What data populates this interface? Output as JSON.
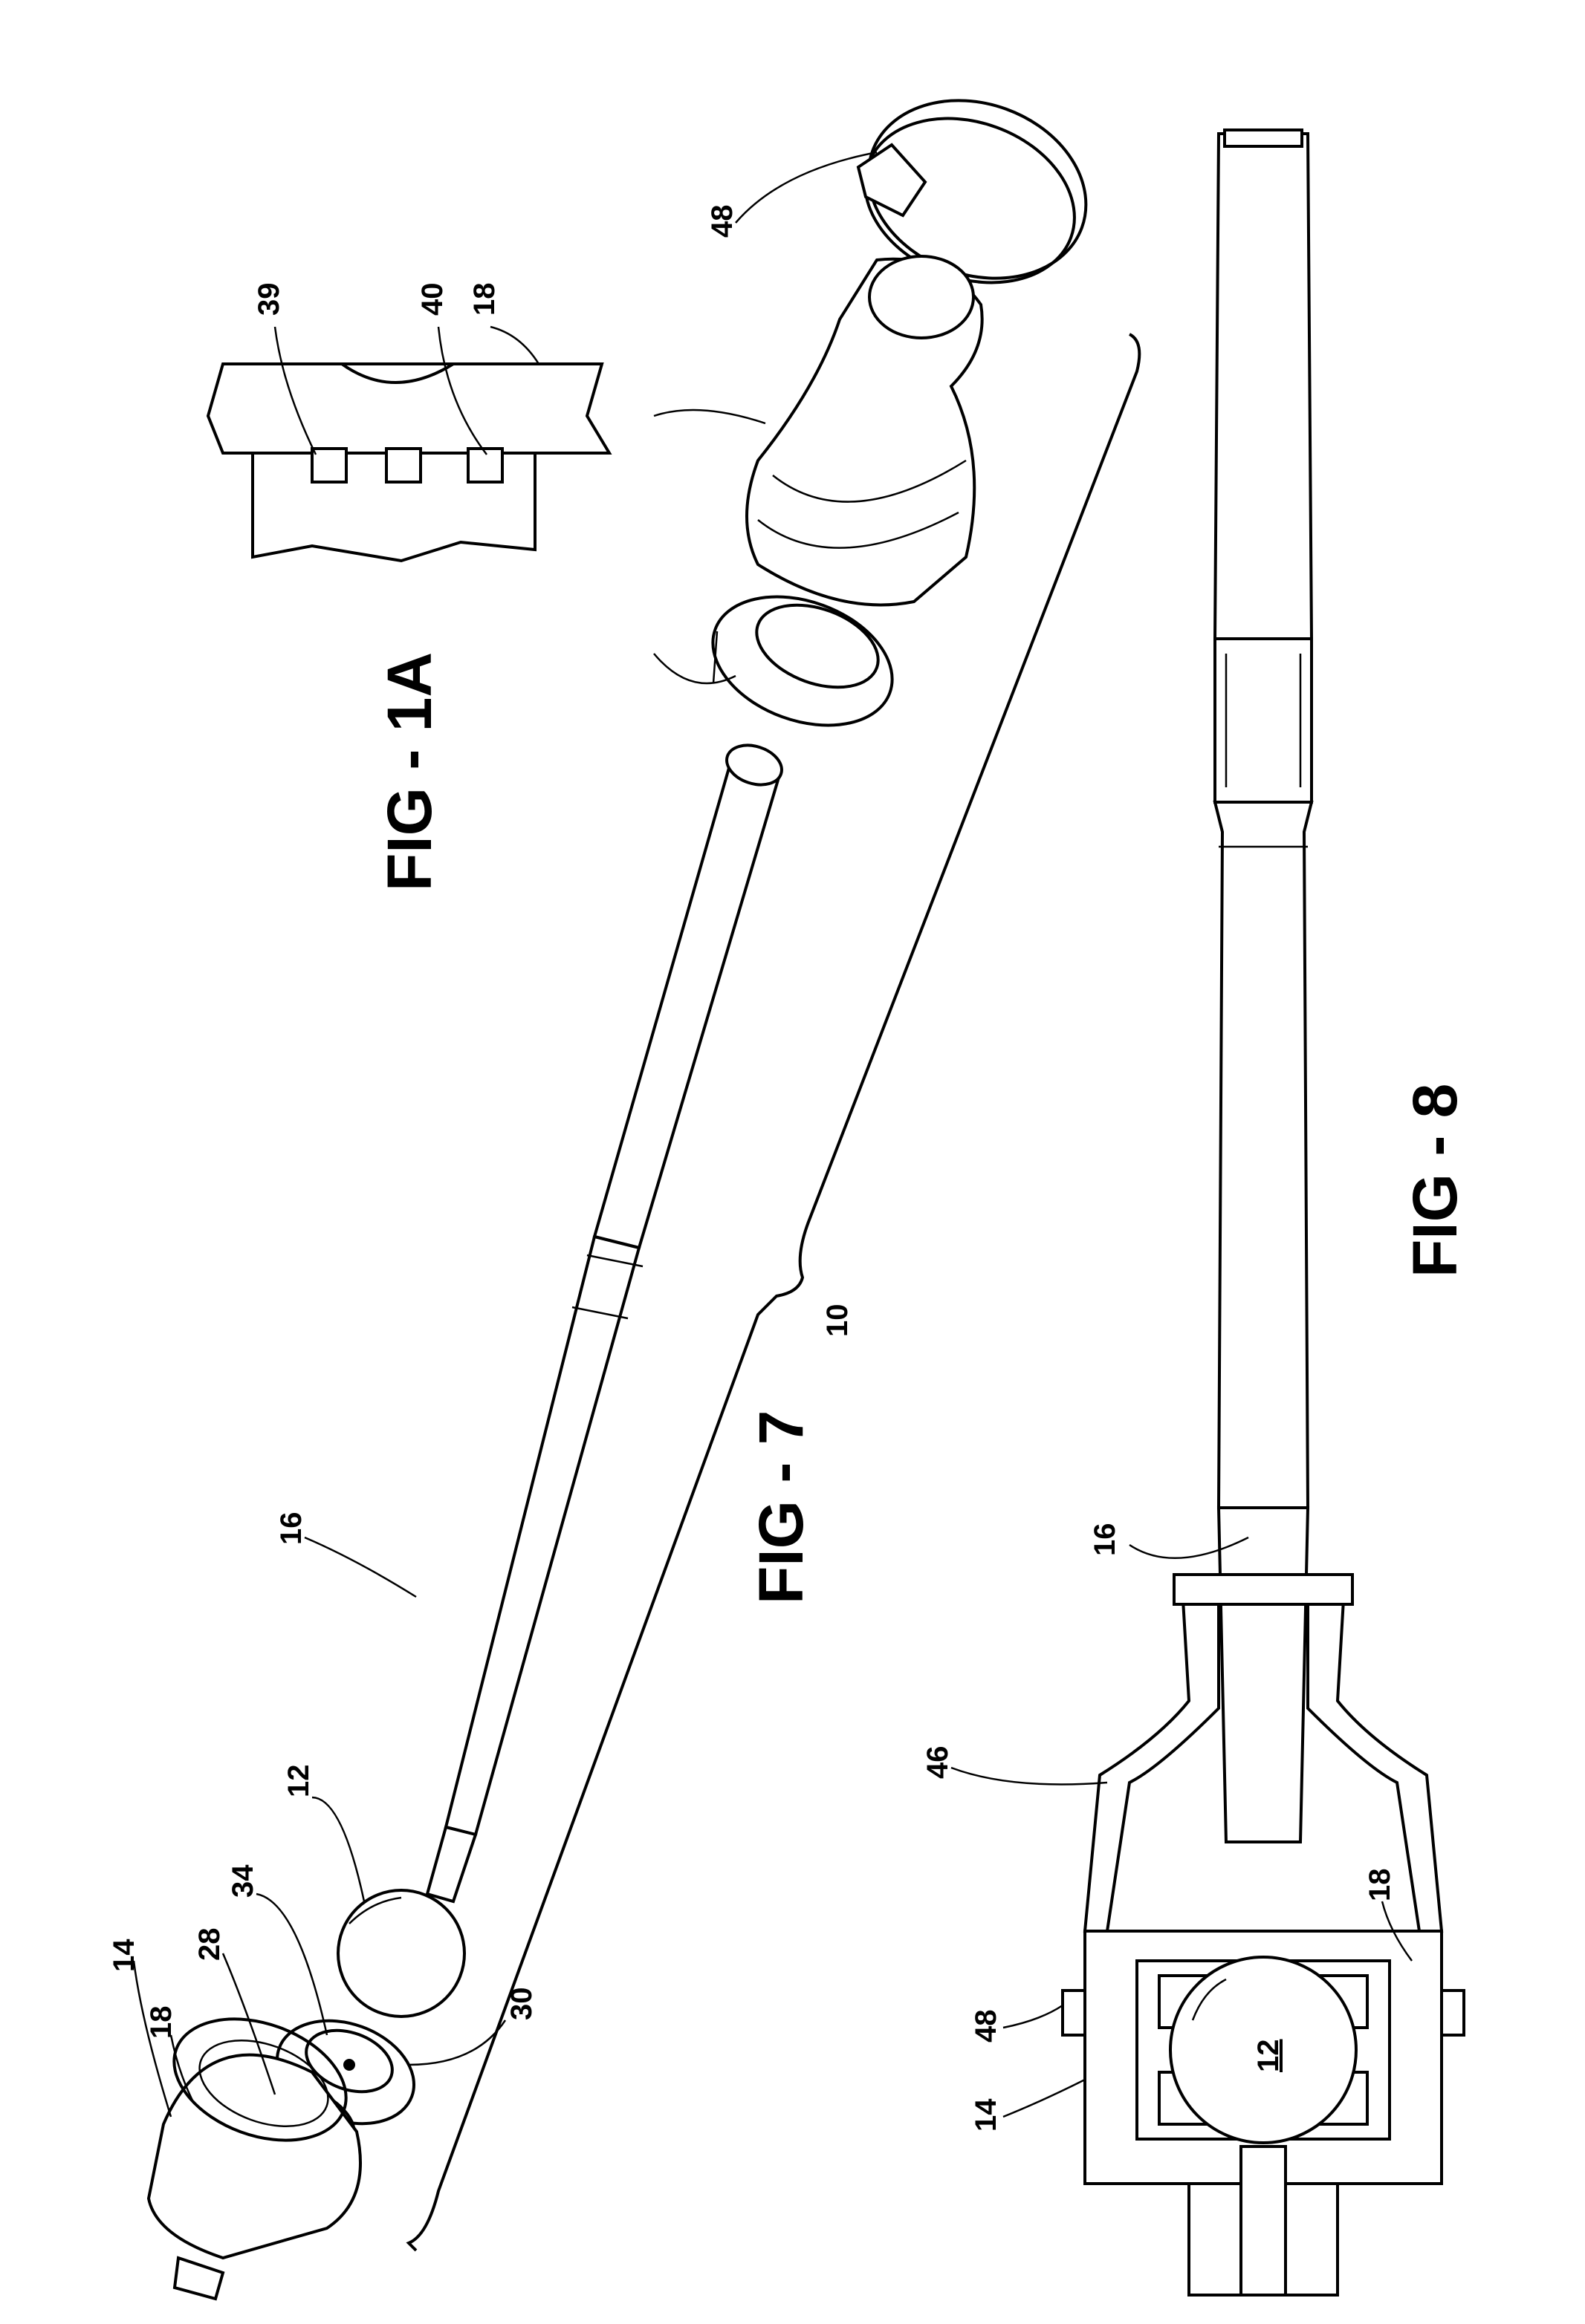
{
  "figures": {
    "fig1a": "FIG - 1A",
    "fig7": "FIG - 7",
    "fig8": "FIG - 8"
  },
  "labels": {
    "fig1a": [
      "39",
      "40",
      "18"
    ],
    "fig7": [
      "48",
      "10",
      "16",
      "12",
      "34",
      "28",
      "30",
      "14",
      "18"
    ],
    "fig8": [
      "16",
      "46",
      "18",
      "12",
      "48",
      "14"
    ]
  }
}
